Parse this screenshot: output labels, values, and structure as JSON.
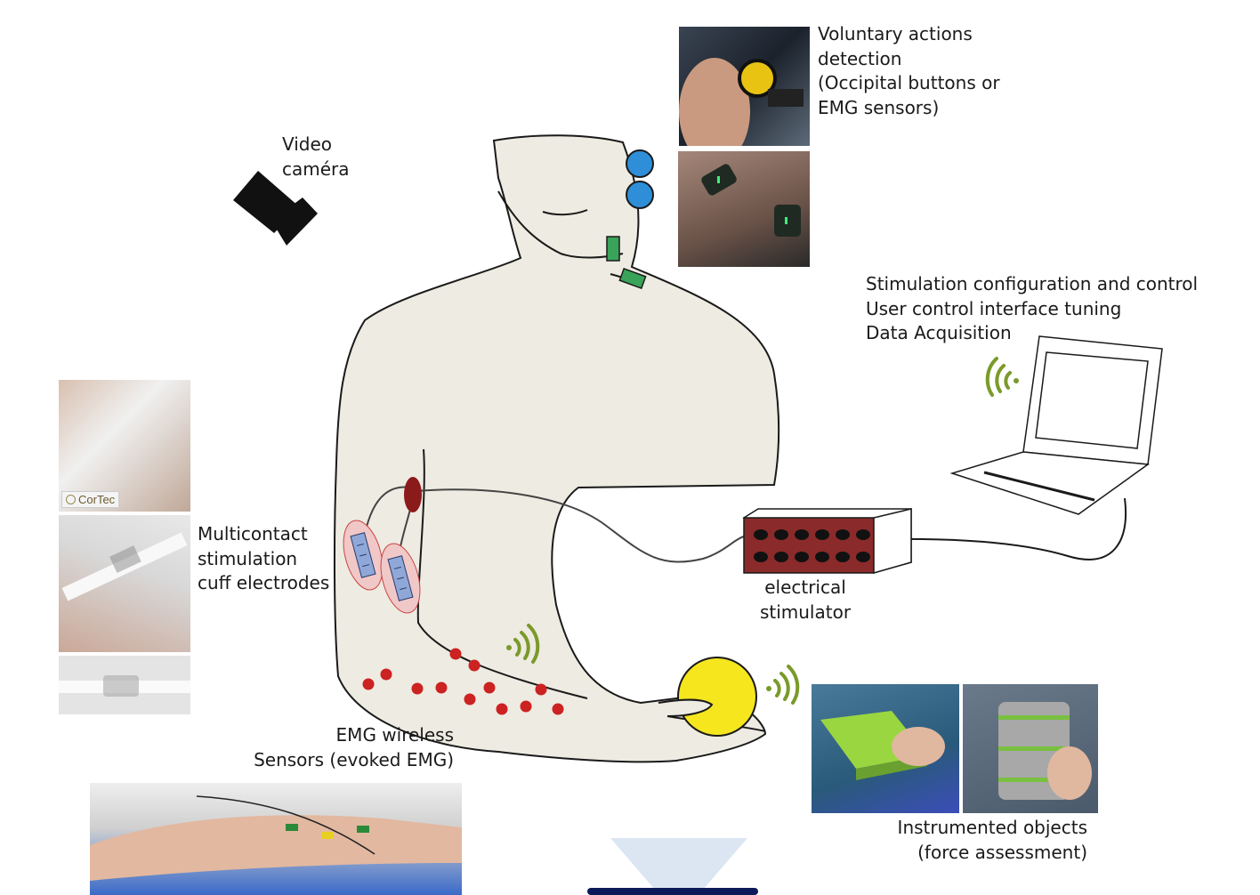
{
  "labels": {
    "video_camera": [
      "Video",
      "caméra"
    ],
    "voluntary": [
      "Voluntary actions",
      "detection",
      "(Occipital buttons or",
      "EMG sensors)"
    ],
    "stimulation": [
      "Stimulation configuration and control",
      "User control interface tuning",
      "Data Acquisition"
    ],
    "multicontact": [
      "Multicontact",
      "stimulation",
      "cuff electrodes"
    ],
    "stimulator": [
      "electrical",
      "stimulator"
    ],
    "emg": [
      "EMG wireless",
      "Sensors (evoked EMG)"
    ],
    "instrumented": [
      "Instrumented objects",
      "(force assessment)"
    ]
  },
  "photo_text": {
    "cortec_logo": "CorTec"
  },
  "colors": {
    "skin": "#eeebe2",
    "outline": "#1a1a1a",
    "blue_button": "#2e8fd8",
    "green_sensor": "#3aa35a",
    "emg_dot": "#cc2222",
    "stimulator_body": "#8b2a2a",
    "ball": "#f5e61e",
    "wireless": "#7a9a2a",
    "cuff": "#f0c8c8"
  },
  "icons": {
    "camera": "video-camera-icon",
    "wireless": "wireless-signal-icon",
    "laptop": "laptop-icon"
  }
}
